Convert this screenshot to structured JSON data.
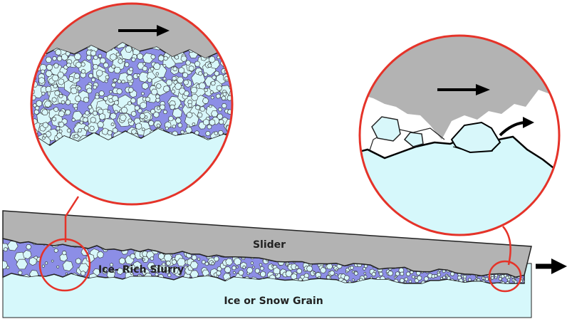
{
  "labels": {
    "slider": "Slider",
    "slurry": "Ice- Rich Slurry",
    "grain": "Ice or Snow Grain"
  },
  "colors": {
    "slider": "#b3b3b3",
    "slurry": "#8c8ee6",
    "ice": "#d6f8fb",
    "grain_fill": "#d8f7fa",
    "callout": "#e53329",
    "arrow": "#000000"
  },
  "icons": {
    "motion_arrow": "right-arrow-icon",
    "grain_lift_arrow": "curved-arrow-icon"
  }
}
